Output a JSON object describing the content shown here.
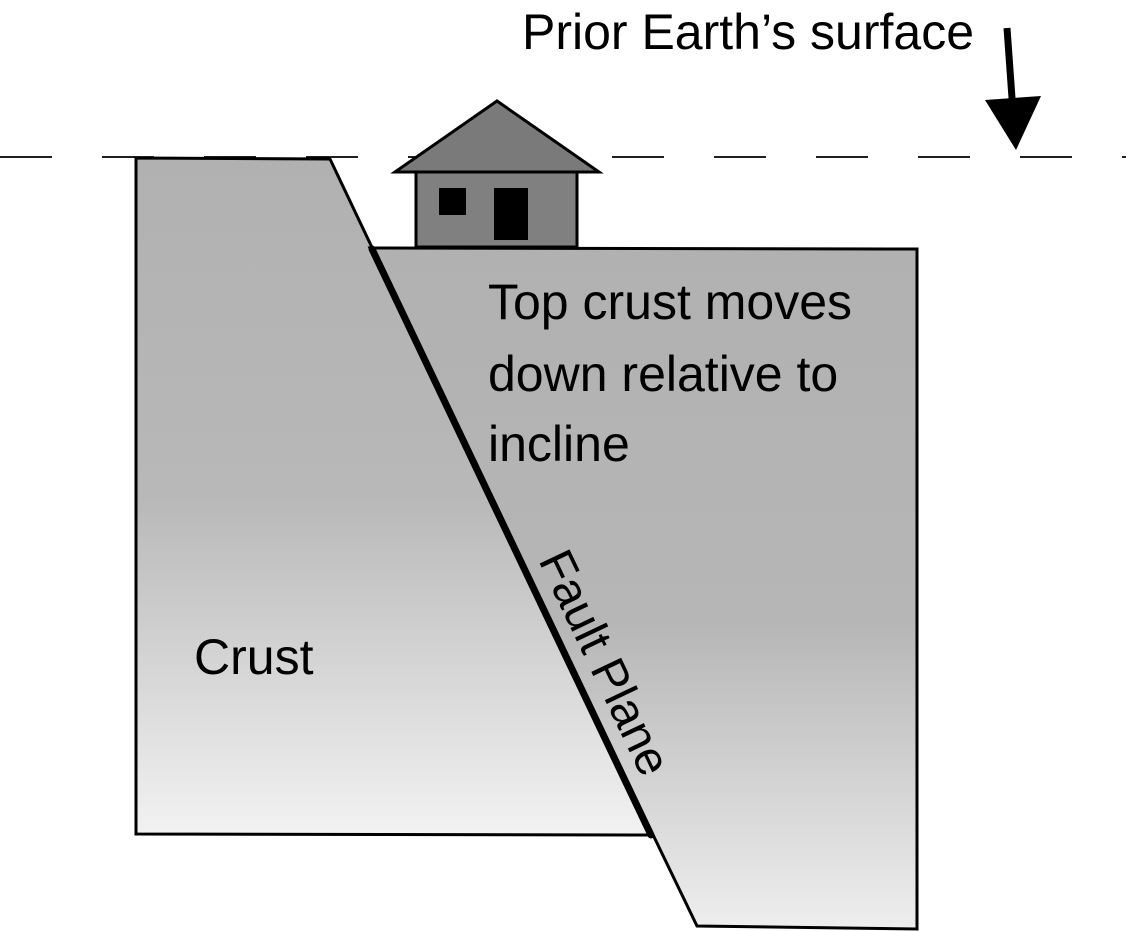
{
  "labels": {
    "surface": "Prior Earth’s surface",
    "hanging_wall_line1": "Top crust moves",
    "hanging_wall_line2": "down relative to",
    "hanging_wall_line3": "incline",
    "crust": "Crust",
    "fault_plane": "Fault Plane"
  },
  "colors": {
    "crust_light": "#f2f2f2",
    "crust_dark": "#b1b1b1",
    "house_body": "#808080",
    "house_roof": "#7a7a7a",
    "outline": "#000000"
  },
  "icons": {
    "house": "house-icon",
    "arrow": "arrow-down-icon"
  }
}
